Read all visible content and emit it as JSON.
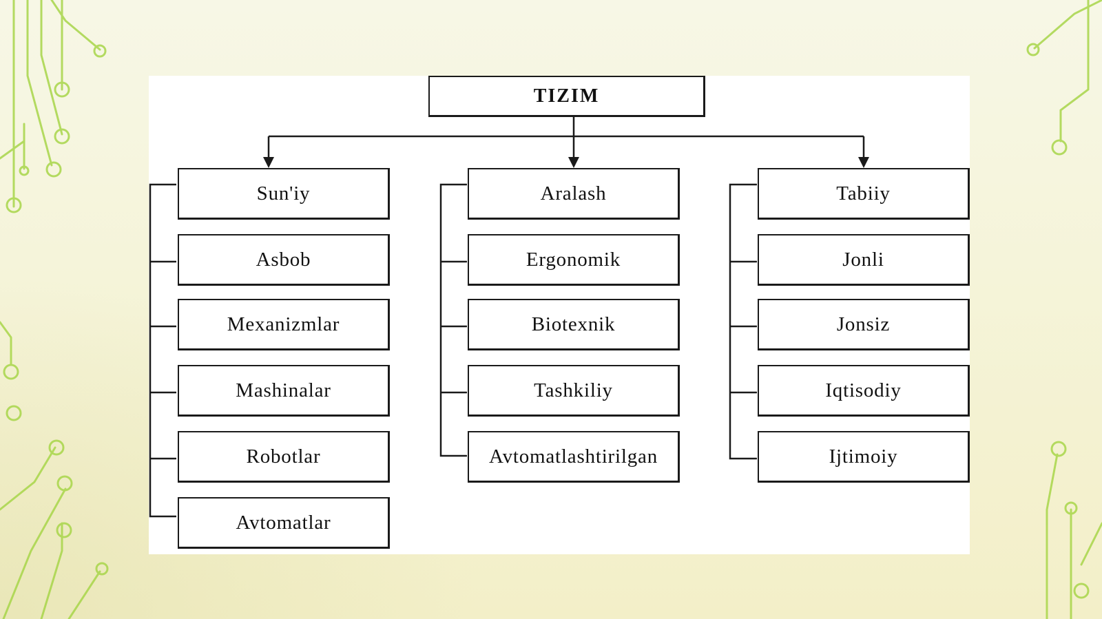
{
  "diagram": {
    "root": "TIZIM",
    "branches": [
      {
        "title": "Sun'iy",
        "items": [
          "Asbob",
          "Mexanizmlar",
          "Mashinalar",
          "Robotlar",
          "Avtomatlar"
        ]
      },
      {
        "title": "Aralash",
        "items": [
          "Ergonomik",
          "Biotexnik",
          "Tashkiliy",
          "Avtomatlashtirilgan"
        ]
      },
      {
        "title": "Tabiiy",
        "items": [
          "Jonli",
          "Jonsiz",
          "Iqtisodiy",
          "Ijtimoiy"
        ]
      }
    ]
  },
  "colors": {
    "background": "#f5f4d9",
    "circuit_lines": "#a8d64a",
    "box_border": "#1a1a1a",
    "panel": "#ffffff"
  }
}
